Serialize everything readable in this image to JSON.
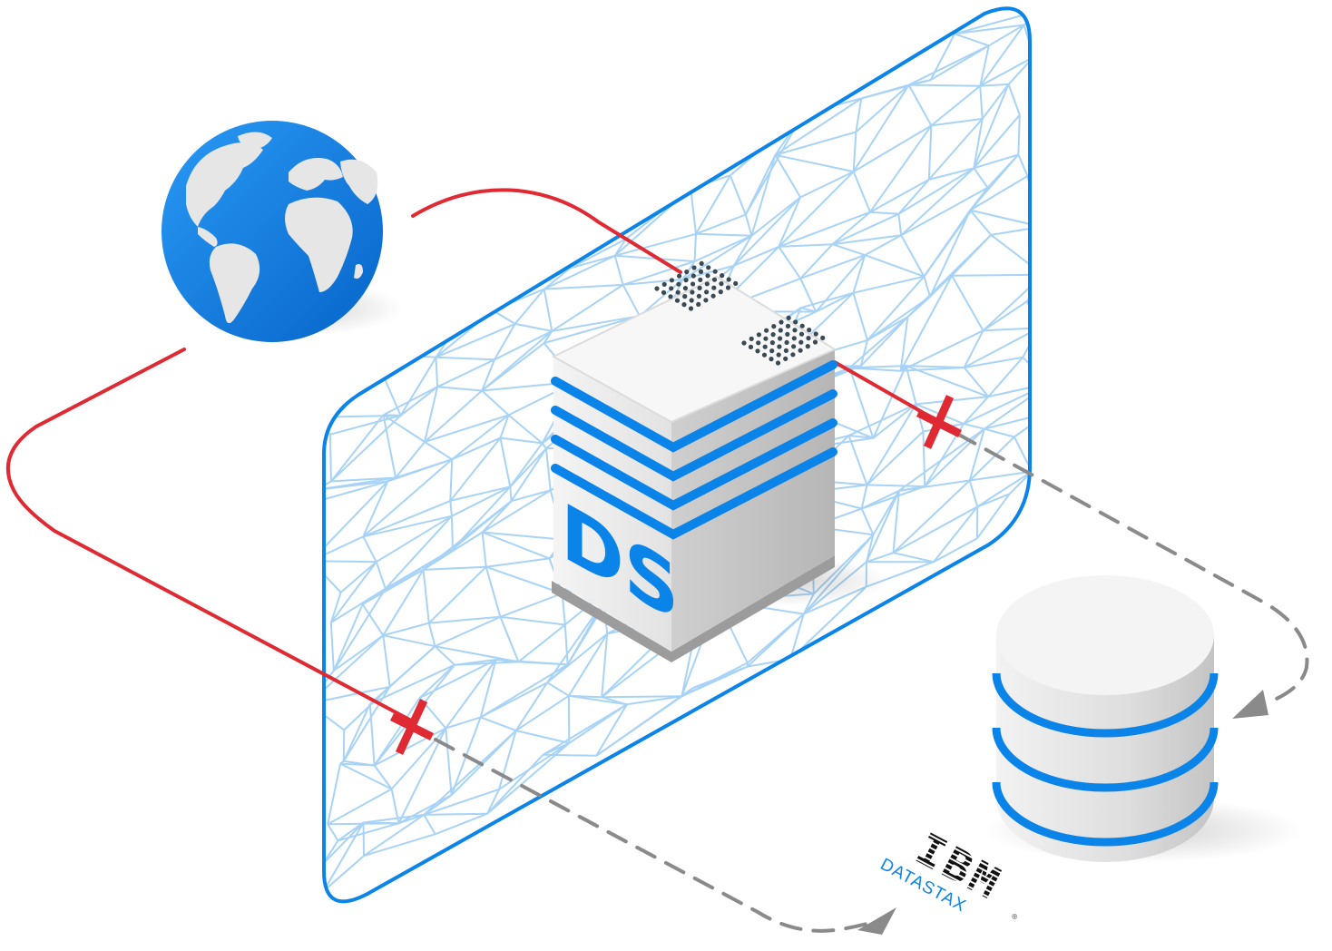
{
  "server": {
    "label": "DS"
  },
  "logo": {
    "company": "IBM",
    "product": "DATASTAX",
    "registered": "®"
  },
  "colors": {
    "blue": "#0a84e8",
    "light_blue": "#a8d3f6",
    "red": "#e02a33",
    "gray_dash": "#8a8a8a",
    "server_gray": "#e4e4e4"
  },
  "icons": {
    "globe": "globe-icon",
    "server": "server-icon",
    "database": "database-icon",
    "blocked": "blocked-x-icon"
  }
}
